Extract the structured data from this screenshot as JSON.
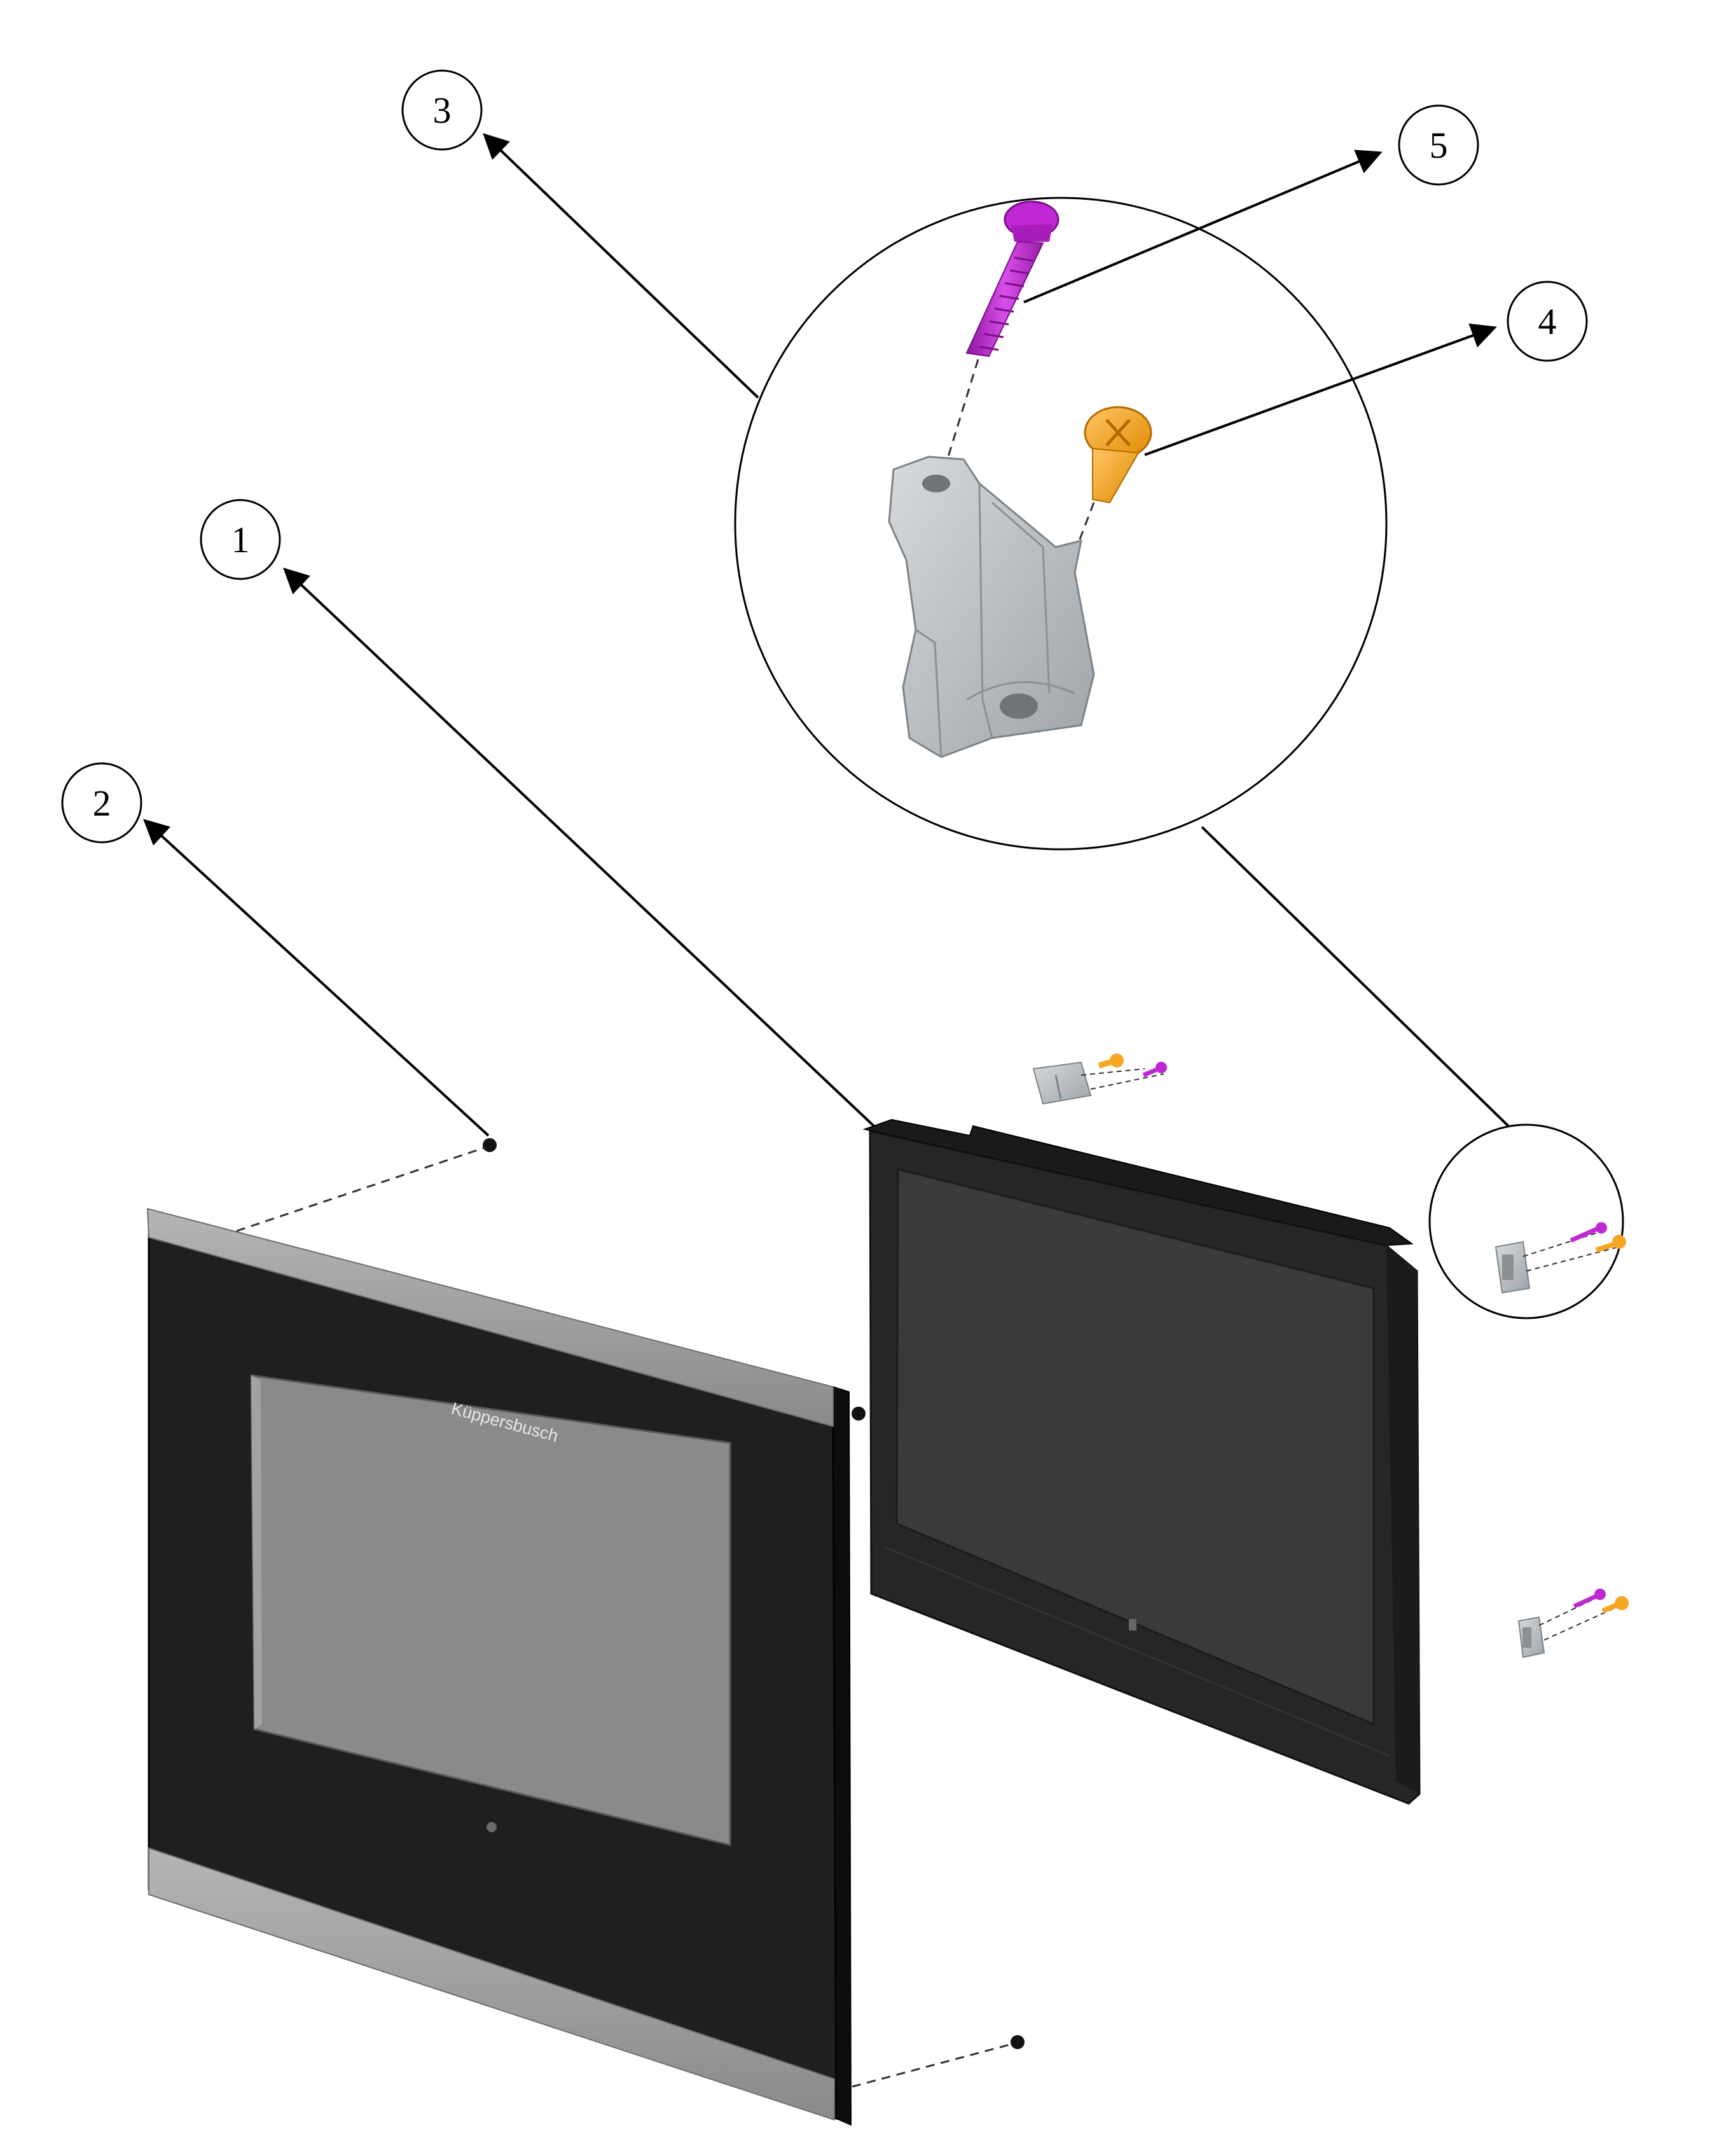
{
  "diagram": {
    "brand_text": "Küppersbusch",
    "callouts": [
      {
        "id": "callout-1",
        "number": "1",
        "part": "inner-glass-panel"
      },
      {
        "id": "callout-2",
        "number": "2",
        "part": "door-fixing-screw"
      },
      {
        "id": "callout-3",
        "number": "3",
        "part": "hinge-bracket"
      },
      {
        "id": "callout-4",
        "number": "4",
        "part": "orange-screw"
      },
      {
        "id": "callout-5",
        "number": "5",
        "part": "purple-bolt"
      }
    ],
    "colors": {
      "door_frame": "#1f1f1f",
      "door_window": "#8a8a8a",
      "door_trim": "#9a9a9a",
      "inner_panel": "#262626",
      "inner_screen": "#3a3a3a",
      "bracket": "#b9bec2",
      "bolt": "#c028d6",
      "screw": "#f5a623"
    }
  }
}
